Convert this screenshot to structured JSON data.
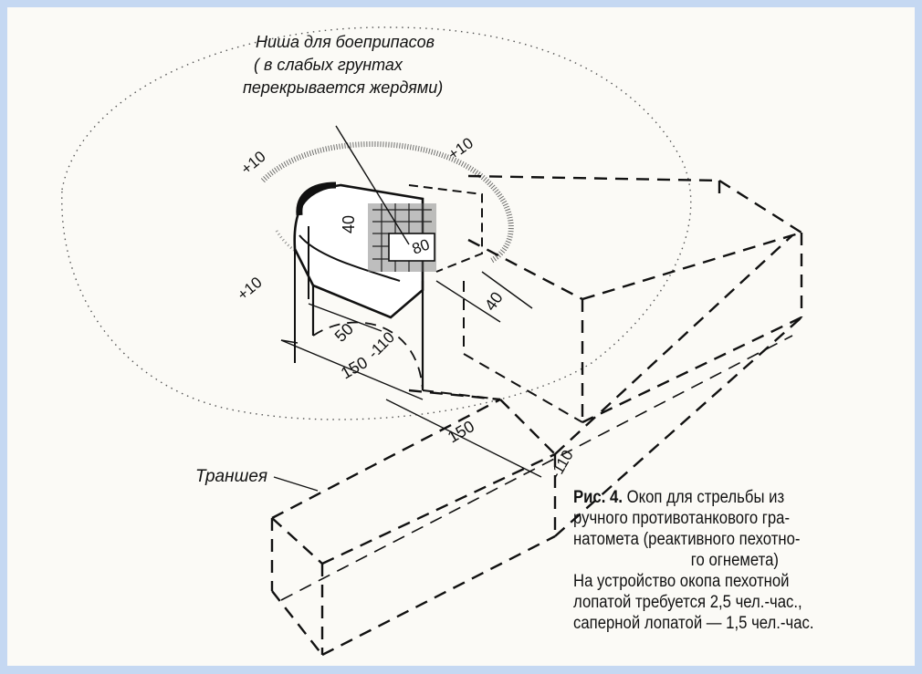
{
  "figure": {
    "niche_label": {
      "line1": "Ниша для боеприпасов",
      "line2": "( в слабых грунтах",
      "line3": "перекрывается жердями)"
    },
    "trench_label": "Траншея",
    "ground_marks": [
      "+10",
      "+10",
      "+10"
    ],
    "dimensions": {
      "niche_height": "40",
      "niche_width": "80",
      "niche_depth": "40",
      "pit_step": "50",
      "pit_depth": "-110",
      "pit_width": "150",
      "trench_width": "150",
      "trench_depth": "-110"
    }
  },
  "caption": {
    "label": "Рис. 4.",
    "title_line1": "Окоп для стрельбы из",
    "title_line2": "ручного противотанкового гра-",
    "title_line3": "натомета (реактивного пехотно-",
    "title_line4": "го огнемета)",
    "note_line1": "На устройство окопа пехотной",
    "note_line2": "лопатой требуется 2,5 чел.-час.,",
    "note_line3": "саперной лопатой — 1,5 чел.-час."
  }
}
